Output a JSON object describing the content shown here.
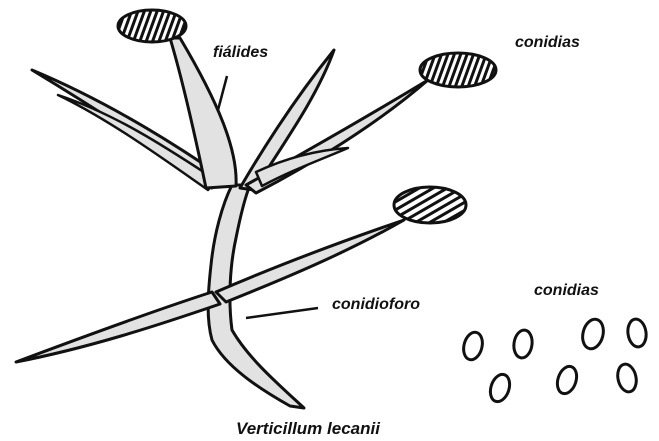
{
  "labels": {
    "phialides": "fiálides",
    "conidia_top": "conidias",
    "conidia_right": "conidias",
    "conidiophore": "conidioforo",
    "species": "Verticillum lecanii"
  },
  "colors": {
    "ink": "#111111",
    "fill": "#e2e2e2",
    "background": "#ffffff"
  }
}
